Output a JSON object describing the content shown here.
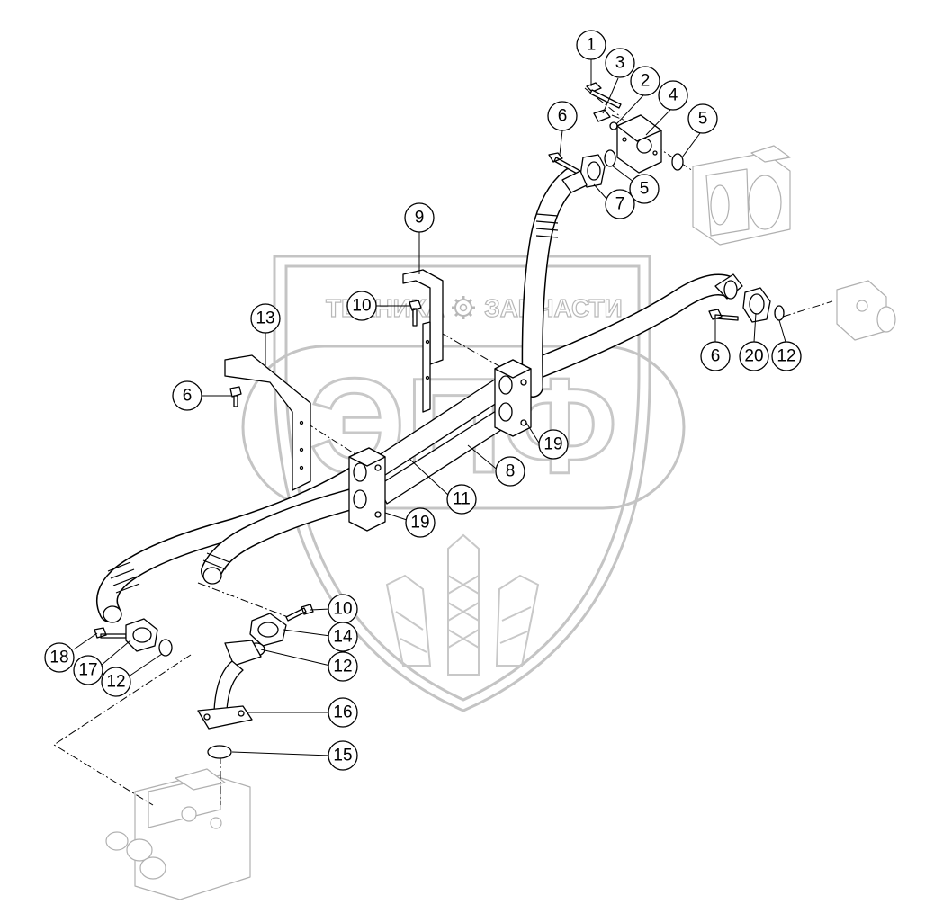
{
  "watermark": {
    "left_text": "ТЕХНИКА",
    "right_text": "ЗАПЧАСТИ",
    "logo_letters": "ЭПФ"
  },
  "callouts": [
    {
      "label": "1"
    },
    {
      "label": "3"
    },
    {
      "label": "2"
    },
    {
      "label": "4"
    },
    {
      "label": "6"
    },
    {
      "label": "5"
    },
    {
      "label": "5"
    },
    {
      "label": "7"
    },
    {
      "label": "9"
    },
    {
      "label": "10"
    },
    {
      "label": "13"
    },
    {
      "label": "6"
    },
    {
      "label": "6"
    },
    {
      "label": "20"
    },
    {
      "label": "12"
    },
    {
      "label": "19"
    },
    {
      "label": "8"
    },
    {
      "label": "11"
    },
    {
      "label": "19"
    },
    {
      "label": "10"
    },
    {
      "label": "14"
    },
    {
      "label": "12"
    },
    {
      "label": "16"
    },
    {
      "label": "15"
    },
    {
      "label": "18"
    },
    {
      "label": "17"
    },
    {
      "label": "12"
    }
  ],
  "colors": {
    "line": "#000000",
    "ghost": "#b0b0b0",
    "watermark": "#c4c4c4"
  },
  "icons": [
    "gear-icon"
  ]
}
